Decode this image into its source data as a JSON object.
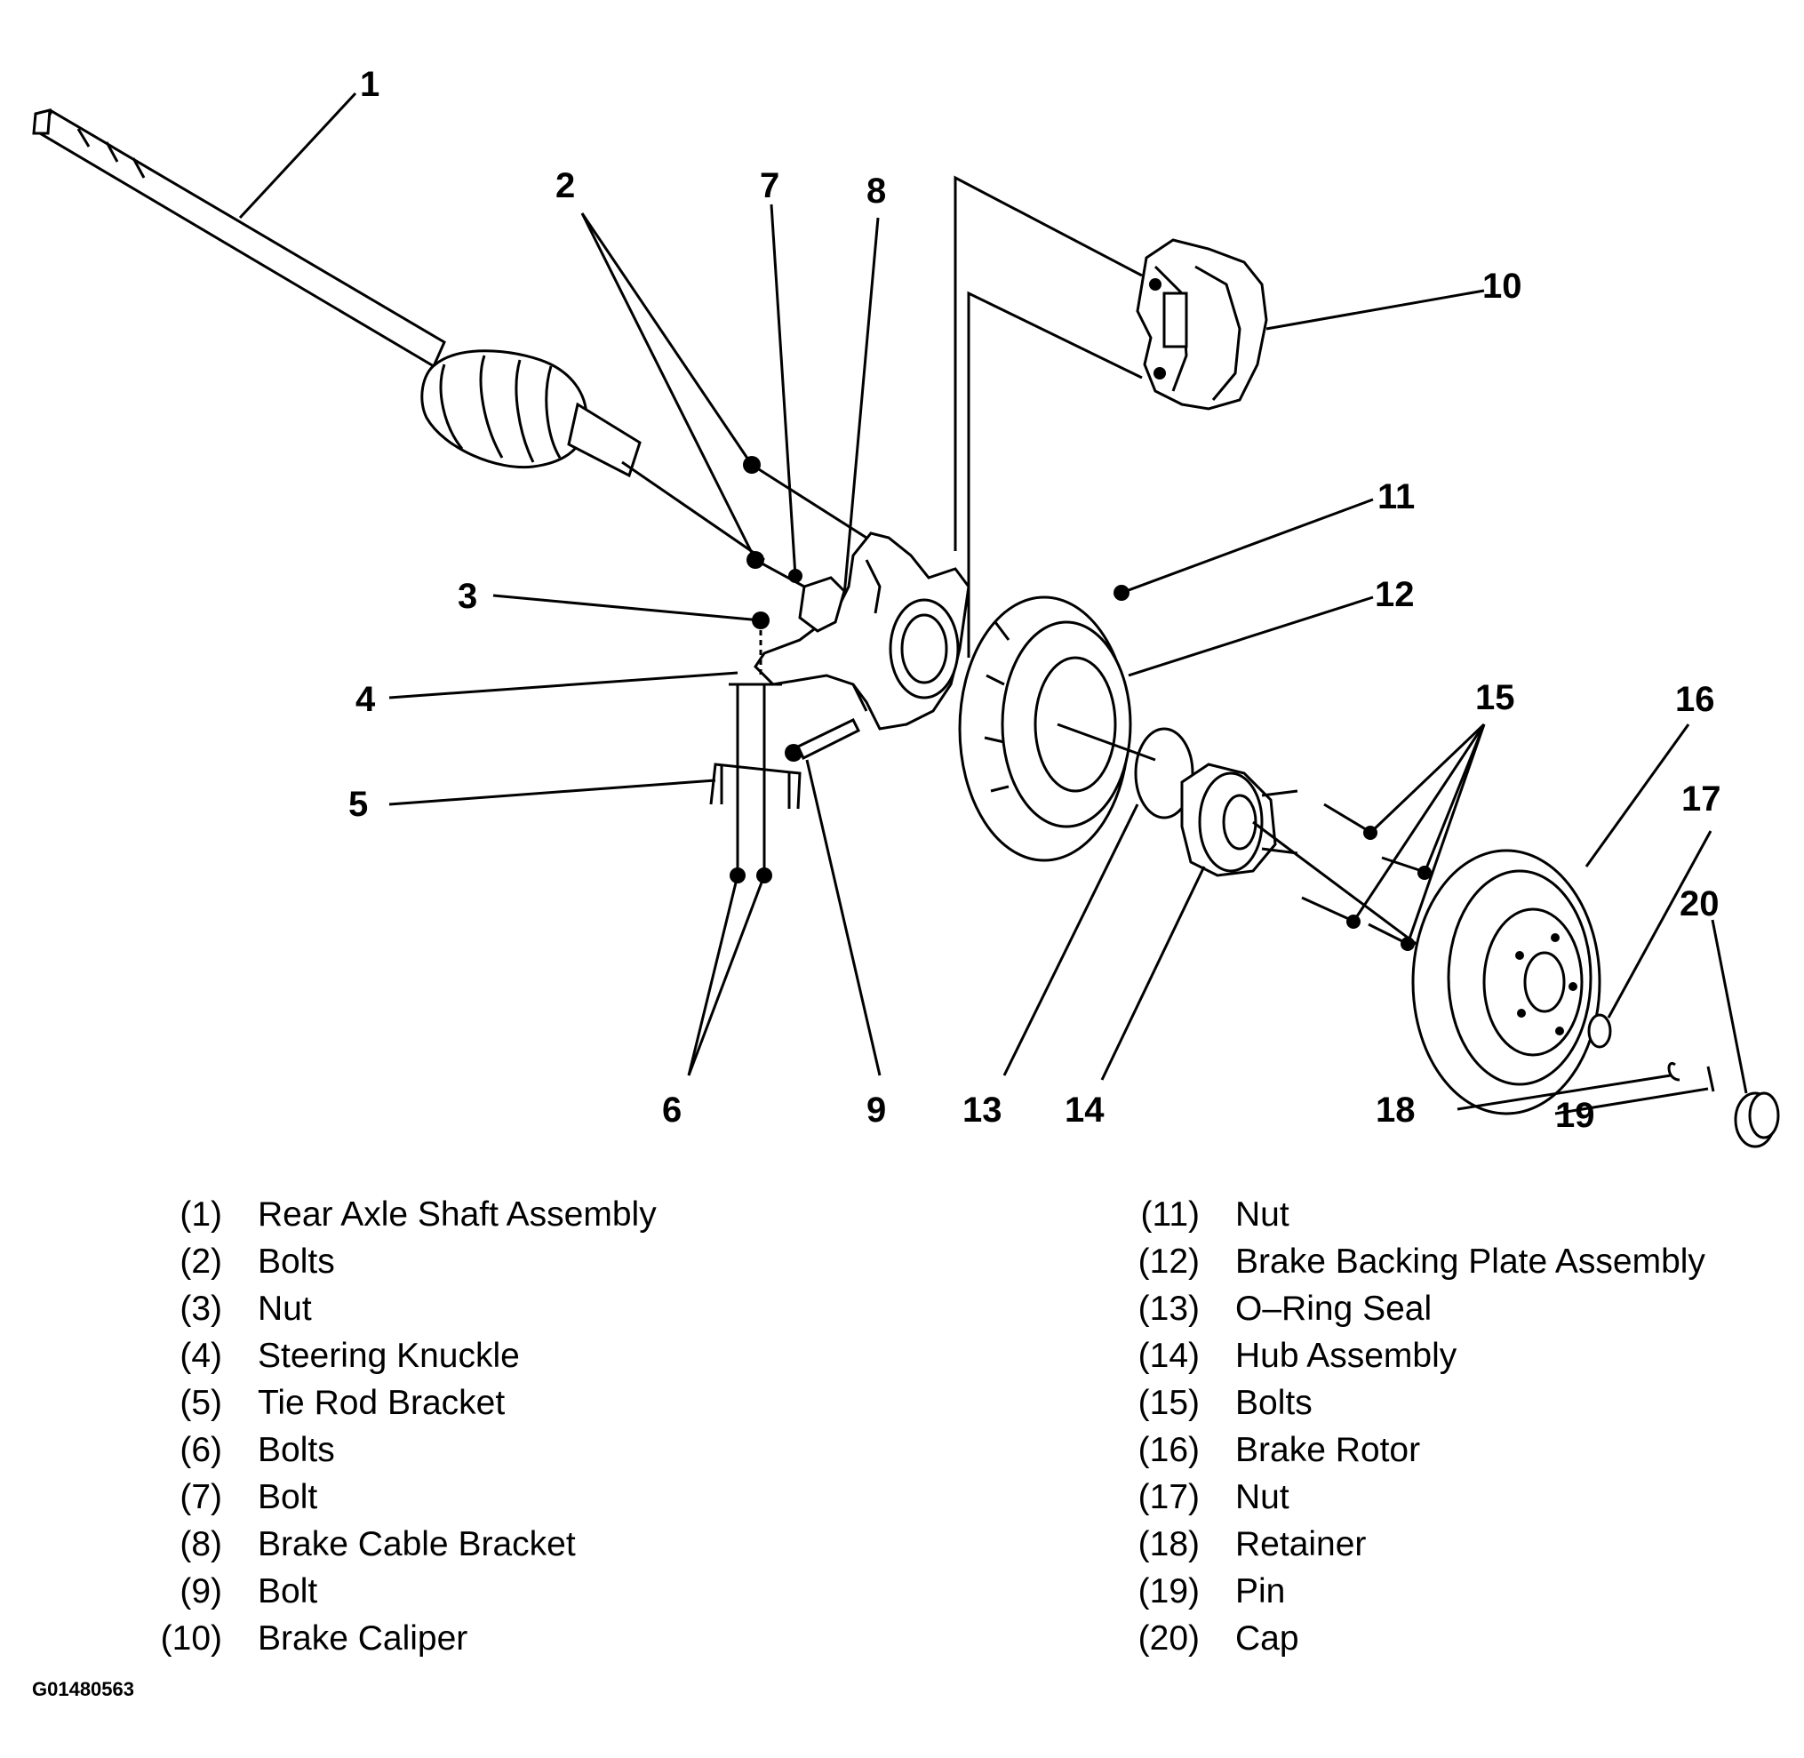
{
  "callouts": [
    "1",
    "2",
    "3",
    "4",
    "5",
    "6",
    "7",
    "8",
    "9",
    "10",
    "11",
    "12",
    "13",
    "14",
    "15",
    "16",
    "17",
    "18",
    "19",
    "20"
  ],
  "legend": [
    {
      "num": "(1)",
      "name": "Rear Axle Shaft Assembly"
    },
    {
      "num": "(2)",
      "name": "Bolts"
    },
    {
      "num": "(3)",
      "name": "Nut"
    },
    {
      "num": "(4)",
      "name": "Steering Knuckle"
    },
    {
      "num": "(5)",
      "name": "Tie Rod Bracket"
    },
    {
      "num": "(6)",
      "name": "Bolts"
    },
    {
      "num": "(7)",
      "name": "Bolt"
    },
    {
      "num": "(8)",
      "name": "Brake Cable Bracket"
    },
    {
      "num": "(9)",
      "name": "Bolt"
    },
    {
      "num": "(10)",
      "name": "Brake Caliper"
    },
    {
      "num": "(11)",
      "name": "Nut"
    },
    {
      "num": "(12)",
      "name": "Brake Backing Plate Assembly"
    },
    {
      "num": "(13)",
      "name": "O–Ring Seal"
    },
    {
      "num": "(14)",
      "name": "Hub Assembly"
    },
    {
      "num": "(15)",
      "name": "Bolts"
    },
    {
      "num": "(16)",
      "name": "Brake Rotor"
    },
    {
      "num": "(17)",
      "name": "Nut"
    },
    {
      "num": "(18)",
      "name": "Retainer"
    },
    {
      "num": "(19)",
      "name": "Pin"
    },
    {
      "num": "(20)",
      "name": "Cap"
    }
  ],
  "figure_id": "G01480563"
}
